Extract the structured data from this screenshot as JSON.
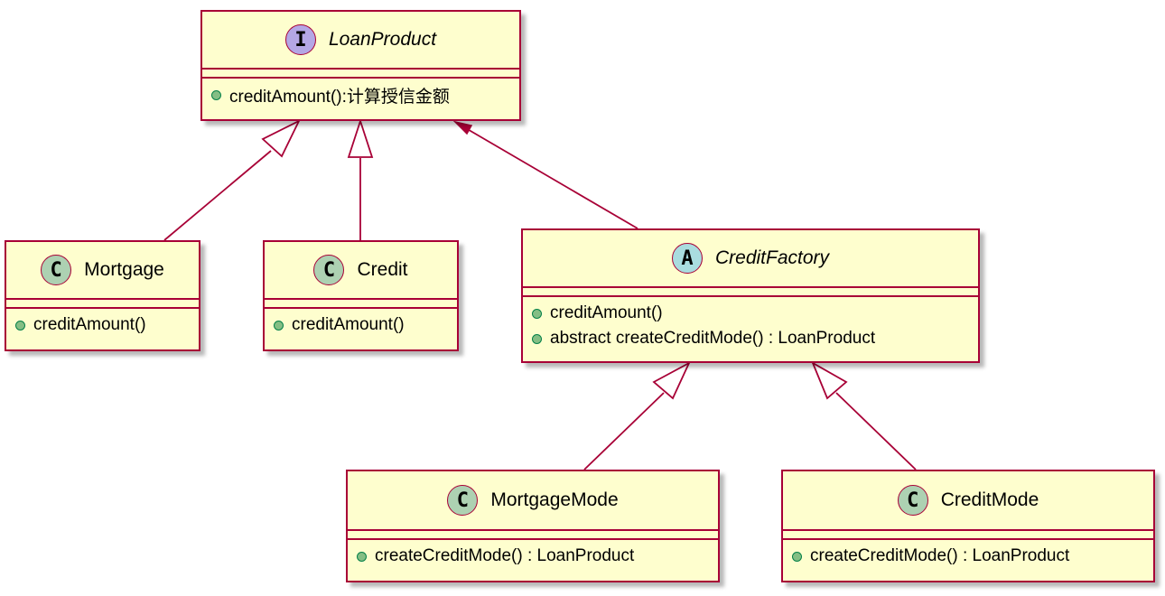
{
  "diagram": {
    "classes": [
      {
        "id": "loanproduct",
        "kind": "I",
        "kind_color": "#B4A7E5",
        "name": "LoanProduct",
        "italic": true,
        "members": [
          "creditAmount():计算授信金额"
        ]
      },
      {
        "id": "mortgage",
        "kind": "C",
        "kind_color": "#ADD1B2",
        "name": "Mortgage",
        "italic": false,
        "members": [
          "creditAmount()"
        ]
      },
      {
        "id": "credit",
        "kind": "C",
        "kind_color": "#ADD1B2",
        "name": "Credit",
        "italic": false,
        "members": [
          "creditAmount()"
        ]
      },
      {
        "id": "creditfactory",
        "kind": "A",
        "kind_color": "#A9DCDF",
        "name": "CreditFactory",
        "italic": true,
        "members": [
          "creditAmount()",
          "abstract createCreditMode() : LoanProduct"
        ]
      },
      {
        "id": "mortgagemode",
        "kind": "C",
        "kind_color": "#ADD1B2",
        "name": "MortgageMode",
        "italic": false,
        "members": [
          "createCreditMode() : LoanProduct"
        ]
      },
      {
        "id": "creditmode",
        "kind": "C",
        "kind_color": "#ADD1B2",
        "name": "CreditMode",
        "italic": false,
        "members": [
          "createCreditMode() : LoanProduct"
        ]
      }
    ],
    "relations": [
      {
        "from": "mortgage",
        "to": "loanproduct",
        "type": "realization"
      },
      {
        "from": "credit",
        "to": "loanproduct",
        "type": "realization"
      },
      {
        "from": "creditfactory",
        "to": "loanproduct",
        "type": "association"
      },
      {
        "from": "mortgagemode",
        "to": "creditfactory",
        "type": "inheritance"
      },
      {
        "from": "creditmode",
        "to": "creditfactory",
        "type": "inheritance"
      }
    ],
    "colors": {
      "fill": "#FEFECE",
      "border": "#A80036",
      "public_dot": "#84BE84"
    }
  }
}
